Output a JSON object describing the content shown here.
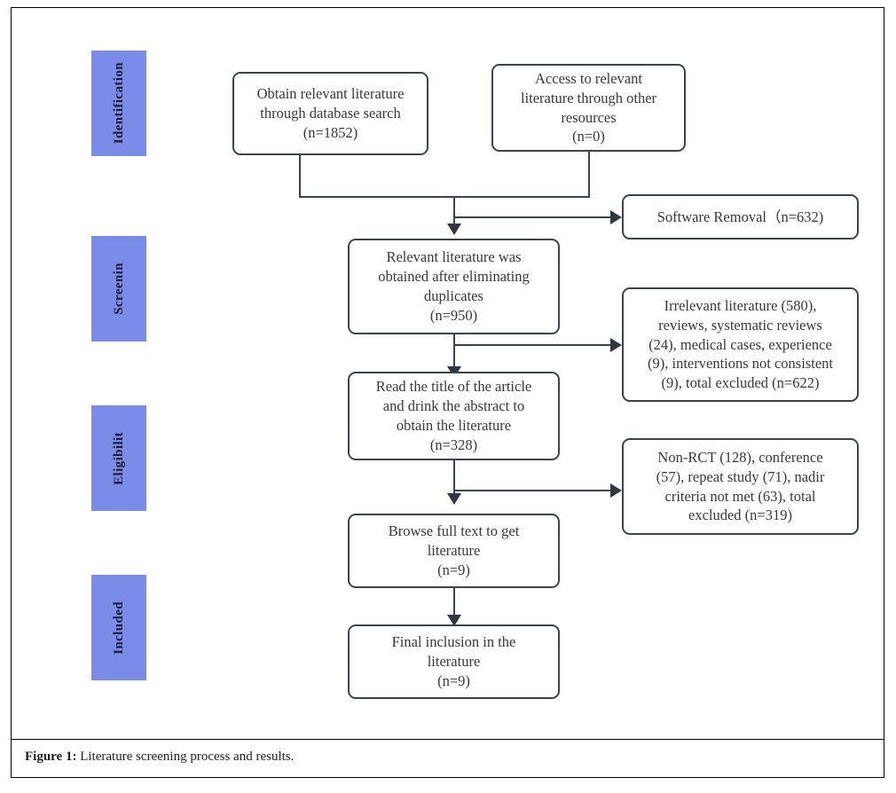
{
  "figure": {
    "caption_label": "Figure 1:",
    "caption_text": " Literature screening process and results.",
    "accent_color": "#7b8ce8",
    "box_border_color": "#3b4450",
    "connector_color": "#3b4450",
    "background_color": "#ffffff"
  },
  "stages": [
    {
      "label": "Identification"
    },
    {
      "label": "Screenin"
    },
    {
      "label": "Eligibilit"
    },
    {
      "label": "Included"
    }
  ],
  "boxes": {
    "database_search": "Obtain relevant literature\nthrough database search\n(n=1852)",
    "other_resources": "Access to relevant\nliterature through other\nresources\n(n=0)",
    "software_removal": "Software Removal（n=632)",
    "duplicates_removed": "Relevant literature was\nobtained after eliminating\nduplicates\n(n=950)",
    "irrelevant_excluded": "Irrelevant literature (580),\nreviews, systematic reviews\n(24), medical cases, experience\n(9), interventions not consistent\n(9), total excluded (n=622)",
    "title_abstract_screen": "Read the title of the article\nand drink the abstract to\nobtain the literature\n(n=328)",
    "fulltext_excluded": "Non-RCT (128), conference\n(57), repeat study (71), nadir\ncriteria not met (63), total\nexcluded (n=319)",
    "fulltext_review": "Browse full text to get\nliterature\n(n=9)",
    "final_inclusion": "Final inclusion in the\nliterature\n(n=9)"
  },
  "flow_data": {
    "type": "prisma-flow",
    "records_identified_database": 1852,
    "records_identified_other": 0,
    "duplicates_removed": 632,
    "records_after_duplicates": 950,
    "records_excluded_screening": 622,
    "screening_exclusion_reasons": {
      "irrelevant_literature": 580,
      "reviews_systematic_reviews": 24,
      "medical_cases_experience": 9,
      "interventions_not_consistent": 9
    },
    "records_screened_title_abstract": 328,
    "fulltext_excluded": 319,
    "fulltext_exclusion_reasons": {
      "non_rct": 128,
      "conference": 57,
      "repeat_study": 71,
      "nadir_criteria_not_met": 63
    },
    "fulltext_assessed": 9,
    "studies_included": 9
  }
}
